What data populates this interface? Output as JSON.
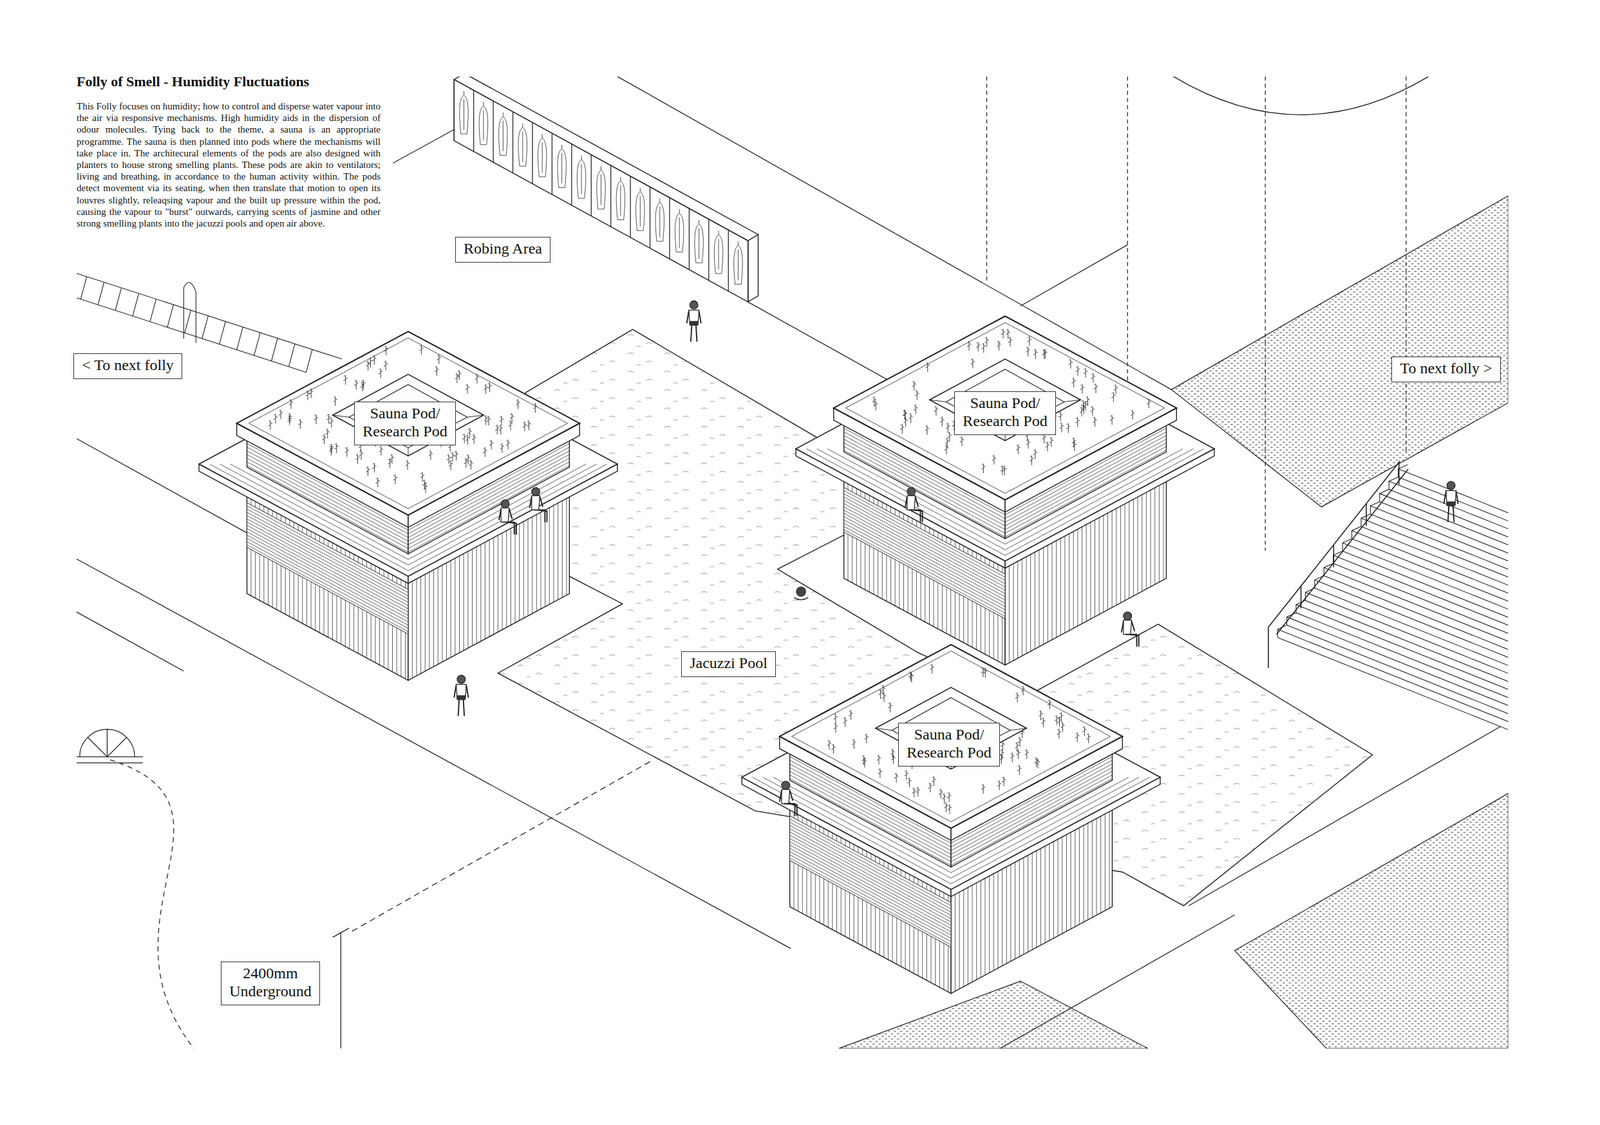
{
  "diagram": {
    "title": "Folly of Smell - Humidity Fluctuations",
    "caption": "This Folly focuses on humidity; how to control and disperse water vapour into the air via responsive mechanisms. High humidity aids in the dispersion of odour molecules. Tying back to the theme, a sauna is an appropriate programme. The sauna is then planned into pods where the mechanisms will take place in. The architecural elements of the pods are also designed with planters to house strong smelling plants. These pods are akin to ventilators; living and breathing, in accordance to the human activity within. The pods detect movement via its seating, when then translate that motion to open its louvres slightly, releaqsing vapour and the built up pressure within the pod, causing the vapour to \"burst\" outwards, carrying scents of jasmine and other strong smelling plants into the jacuzzi pools and open air above.",
    "nodes": [
      {
        "text": [
          "Robing Area"
        ]
      },
      {
        "text": [
          "< To next folly"
        ]
      },
      {
        "text": [
          "Sauna Pod/ Research Pod"
        ]
      },
      {
        "text": [
          "Sauna Pod/ Research Pod"
        ]
      },
      {
        "text": [
          "To next folly >"
        ]
      },
      {
        "text": [
          "Jacuzzi Pool"
        ]
      },
      {
        "text": [
          "Sauna Pod/ Research Pod"
        ]
      },
      {
        "text": [
          "2400mm Underground"
        ]
      }
    ]
  }
}
